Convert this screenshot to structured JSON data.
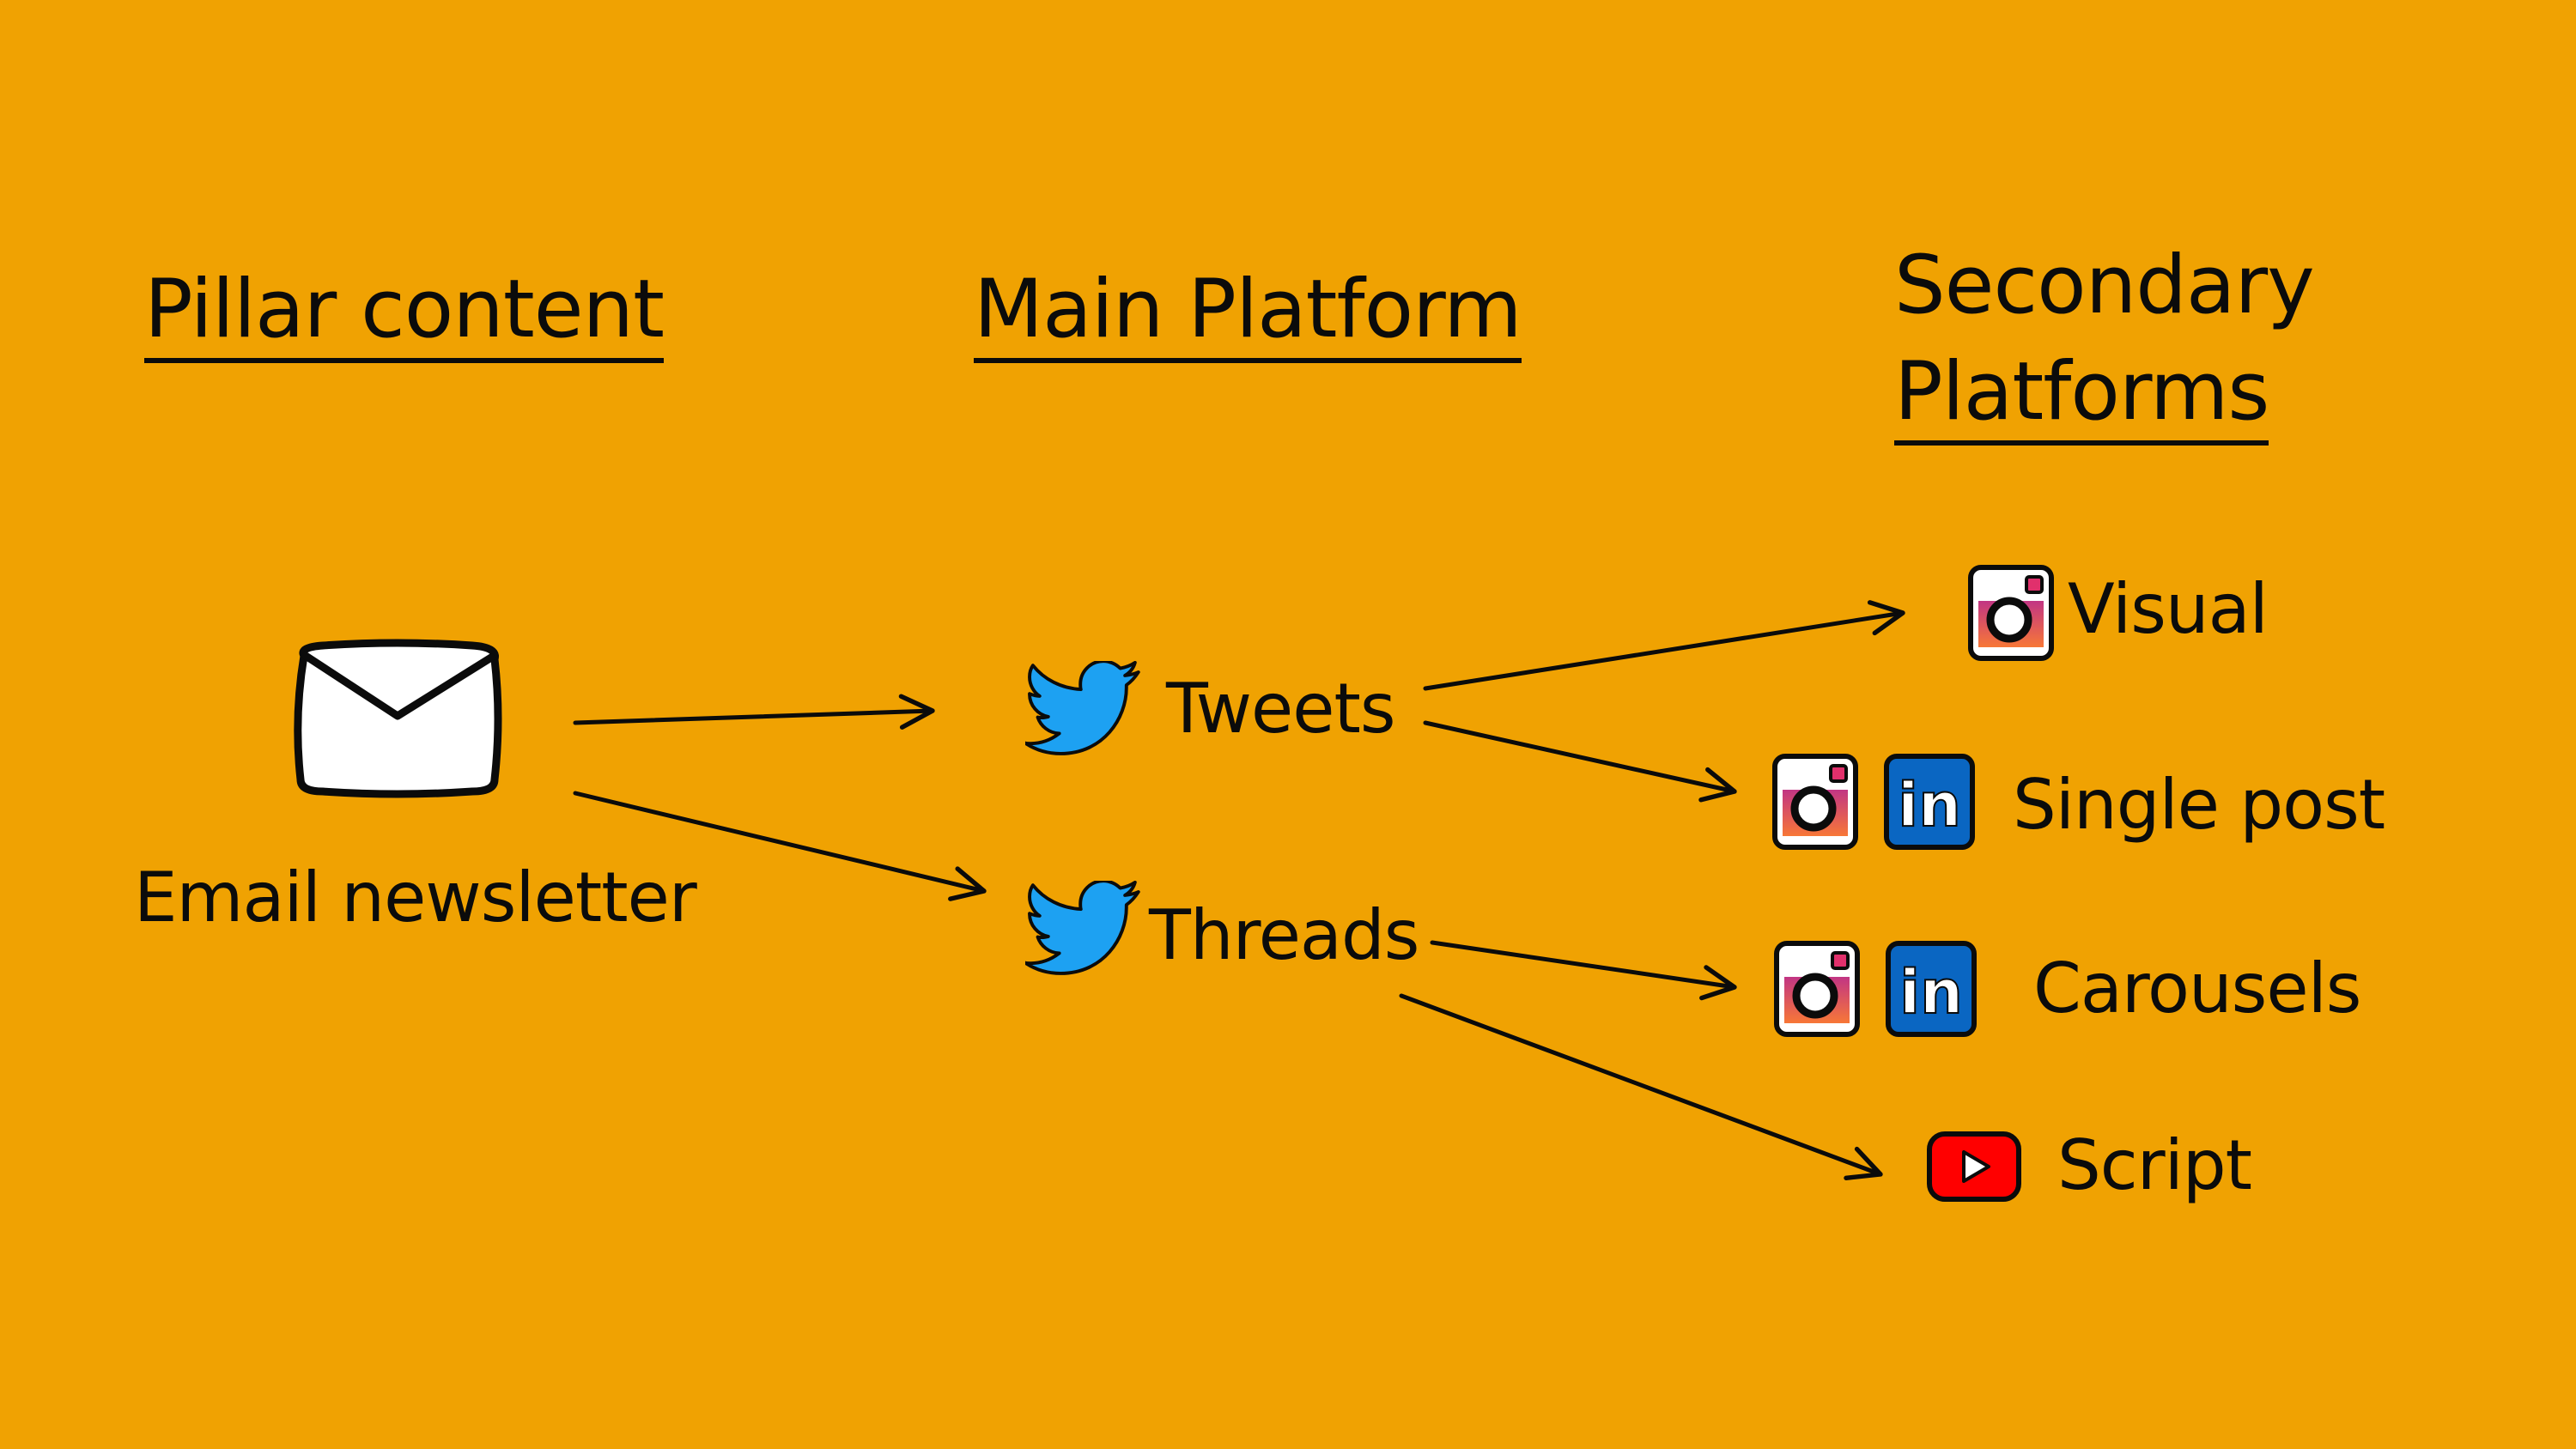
{
  "background": "#F0A202",
  "columns": {
    "pillar_heading": "Pillar content",
    "main_heading": "Main Platform",
    "secondary_heading_line1": "Secondary",
    "secondary_heading_line2": "Platforms"
  },
  "pillar": {
    "label": "Email newsletter",
    "icon": "envelope-icon"
  },
  "main": {
    "tweets": {
      "label": "Tweets",
      "icon": "twitter-icon"
    },
    "threads": {
      "label": "Threads",
      "icon": "twitter-icon"
    }
  },
  "secondary": {
    "visual": {
      "label": "Visual",
      "icons": [
        "instagram-icon"
      ]
    },
    "single_post": {
      "label": "Single post",
      "icons": [
        "instagram-icon",
        "linkedin-icon"
      ]
    },
    "carousels": {
      "label": "Carousels",
      "icons": [
        "instagram-icon",
        "linkedin-icon"
      ]
    },
    "script": {
      "label": "Script",
      "icons": [
        "youtube-icon"
      ]
    }
  },
  "edges": [
    {
      "from": "Email newsletter",
      "to": "Tweets"
    },
    {
      "from": "Email newsletter",
      "to": "Threads"
    },
    {
      "from": "Tweets",
      "to": "Visual"
    },
    {
      "from": "Tweets",
      "to": "Single post"
    },
    {
      "from": "Threads",
      "to": "Carousels"
    },
    {
      "from": "Threads",
      "to": "Script"
    }
  ],
  "colors": {
    "twitter": "#1DA1F2",
    "linkedin": "#0A66C2",
    "youtube": "#FF0000",
    "instagram_gradient_top": "#C13584",
    "instagram_gradient_bottom": "#F77737"
  }
}
